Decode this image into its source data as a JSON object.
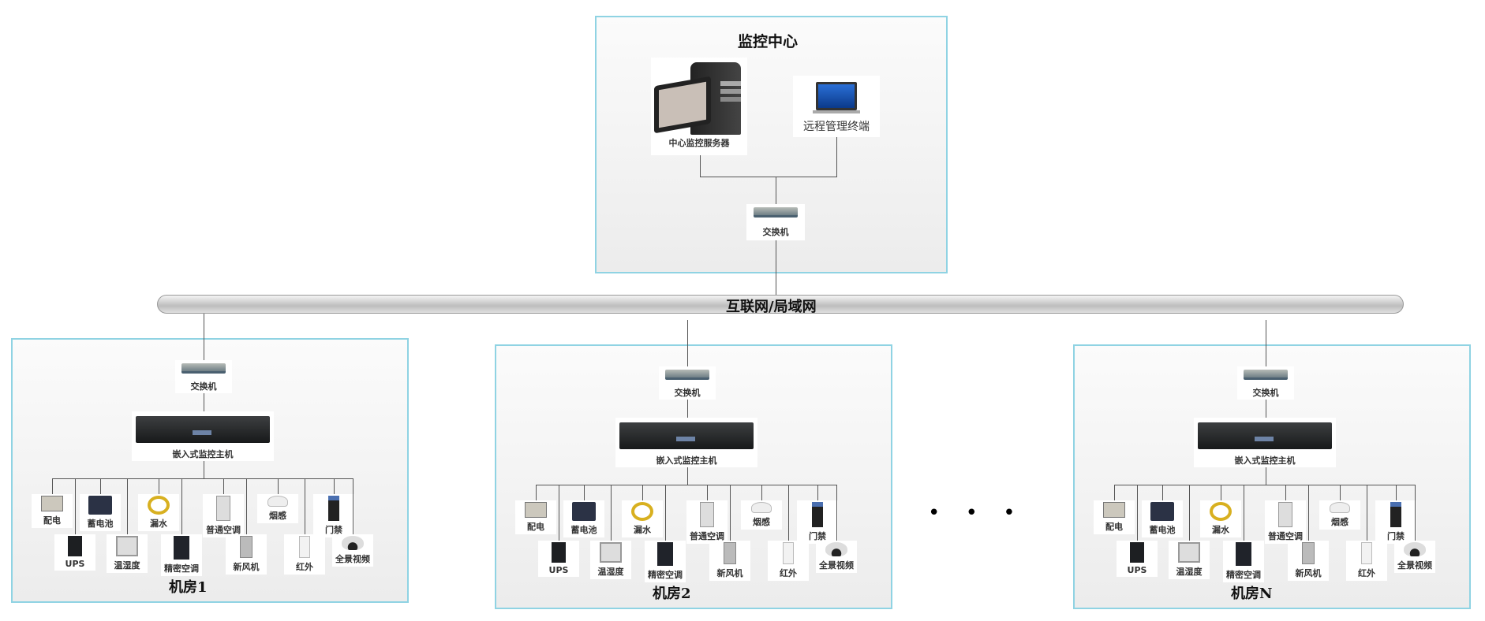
{
  "center": {
    "title": "监控中心",
    "server_label": "中心监控服务器",
    "terminal_label": "远程管理终端",
    "switch_label": "交换机"
  },
  "network": {
    "label": "互联网/局域网"
  },
  "room_common": {
    "switch_label": "交换机",
    "host_label": "嵌入式监控主机",
    "devices": [
      {
        "label": "配电",
        "icon": "power-distribution-icon",
        "row": "top"
      },
      {
        "label": "UPS",
        "icon": "ups-icon",
        "row": "bottom"
      },
      {
        "label": "蓄电池",
        "icon": "battery-icon",
        "row": "top"
      },
      {
        "label": "温湿度",
        "icon": "temperature-humidity-icon",
        "row": "bottom"
      },
      {
        "label": "漏水",
        "icon": "water-leak-icon",
        "row": "top"
      },
      {
        "label": "精密空调",
        "icon": "precision-ac-icon",
        "row": "bottom"
      },
      {
        "label": "普通空调",
        "icon": "ac-icon",
        "row": "top"
      },
      {
        "label": "新风机",
        "icon": "fresh-air-icon",
        "row": "bottom"
      },
      {
        "label": "烟感",
        "icon": "smoke-detector-icon",
        "row": "top"
      },
      {
        "label": "红外",
        "icon": "infrared-icon",
        "row": "bottom"
      },
      {
        "label": "门禁",
        "icon": "access-control-icon",
        "row": "top"
      },
      {
        "label": "全景视频",
        "icon": "camera-icon",
        "row": "bottom"
      }
    ]
  },
  "rooms": [
    {
      "title": "机房1"
    },
    {
      "title": "机房2"
    },
    {
      "title": "机房N"
    }
  ],
  "ellipsis": "• • •"
}
